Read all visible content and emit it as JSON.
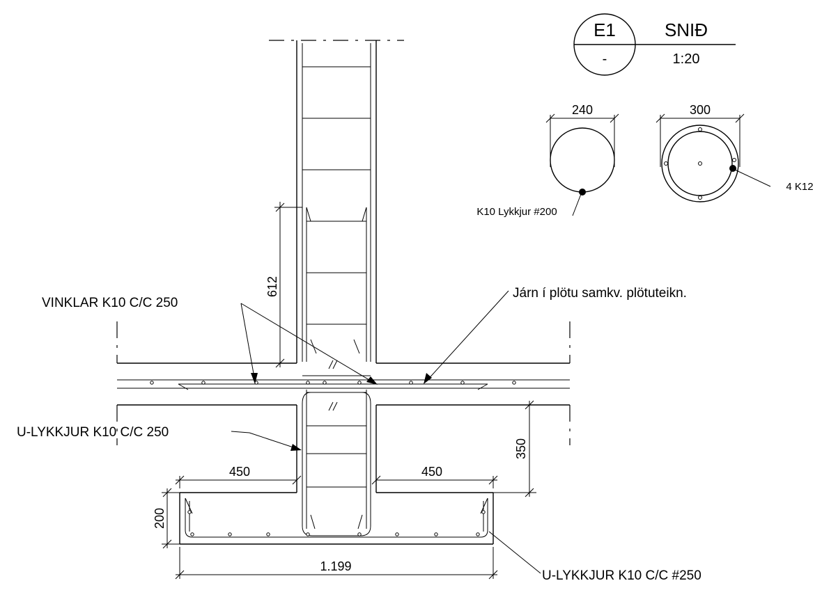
{
  "title_block": {
    "detail_id": "E1",
    "detail_sheet": "-",
    "title": "SNIÐ",
    "scale": "1:20"
  },
  "sections": {
    "left_width": "240",
    "right_width": "300",
    "left_label": "K10 Lykkjur #200",
    "right_label": "4 K12"
  },
  "labels": {
    "vinklar": "VINKLAR K10 C/C 250",
    "slab_rebar": "Járn í plötu samkv. plötuteikn.",
    "u_lykkjur_wall": "U-LYKKJUR K10 C/C 250",
    "u_lykkjur_footing": "U-LYKKJUR K10 C/C #250"
  },
  "dimensions": {
    "lap": "612",
    "slab_to_footing": "350",
    "footing_left": "450",
    "footing_right": "450",
    "footing_height": "200",
    "footing_width": "1.199"
  }
}
